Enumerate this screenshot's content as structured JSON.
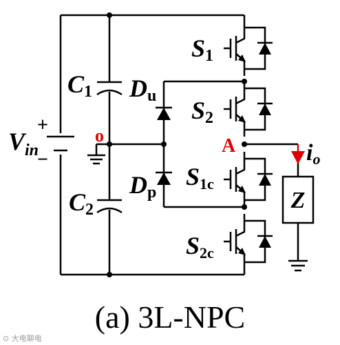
{
  "caption": "(a) 3L-NPC",
  "watermark": "⊙ 大电聊电",
  "labels": {
    "vin_main": "V",
    "vin_sub": "in",
    "plus": "+",
    "minus": "−",
    "c1_main": "C",
    "c1_sub": "1",
    "c2_main": "C",
    "c2_sub": "2",
    "node_o": "o",
    "du_main": "D",
    "du_sub": "u",
    "dp_main": "D",
    "dp_sub": "p",
    "s1_main": "S",
    "s1_sub": "1",
    "s2_main": "S",
    "s2_sub": "2",
    "s1c_main": "S",
    "s1c_sub": "1c",
    "s2c_main": "S",
    "s2c_sub": "2c",
    "node_a": "A",
    "io_main": "i",
    "io_sub": "o",
    "load": "Z"
  },
  "colors": {
    "wire": "#000000",
    "highlight": "#e00000"
  }
}
